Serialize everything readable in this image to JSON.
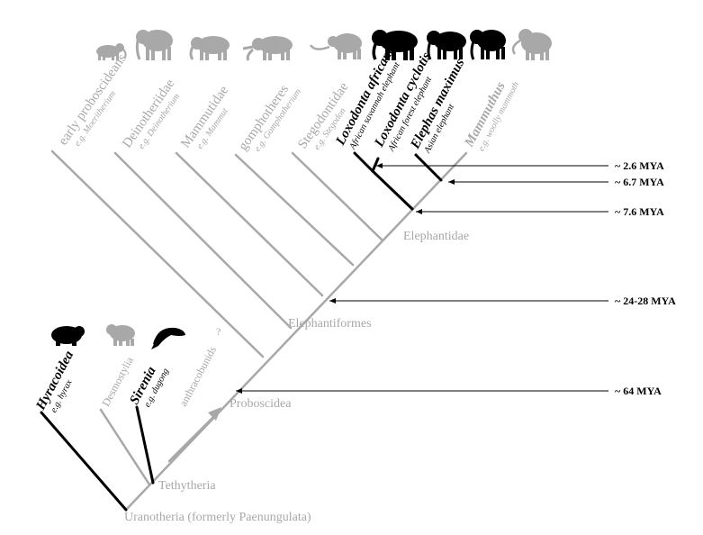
{
  "taxa": {
    "early_proboscideans": {
      "name": "early proboscideans",
      "example": "e.g. Moeritherium"
    },
    "deinotheriidae": {
      "name": "Deinotheriidae",
      "example": "e.g. Deinotherium"
    },
    "mammutidae": {
      "name": "Mammutidae",
      "example": "e.g. Mammut"
    },
    "gomphotheres": {
      "name": "gomphotheres",
      "example": "e.g. Gomphotherium"
    },
    "stegodontidae": {
      "name": "Stegodontidae",
      "example": "e.g. Stegodon"
    },
    "loxodonta_africana": {
      "name": "Loxodonta africana",
      "example": "African savannah elephant"
    },
    "loxodonta_cyclotis": {
      "name": "Loxodonta cyclotis",
      "example": "African forest elephant"
    },
    "elephas_maximus": {
      "name": "Elephas maximus",
      "example": "Asian elephant"
    },
    "mammuthus": {
      "name": "Mammuthus",
      "example": "e.g. woolly mammoth"
    },
    "hyracoidea": {
      "name": "Hyracoidea",
      "example": "e.g. hyrax"
    },
    "desmostylia": {
      "name": "Desmostylia"
    },
    "sirenia": {
      "name": "Sirenia",
      "example": "e.g. dugong"
    },
    "anthracobunids": {
      "name": "anthracobunids",
      "uncertain_mark": "?"
    }
  },
  "nodes": {
    "elephantidae": "Elephantidae",
    "elephantiformes": "Elephantiformes",
    "proboscidea": "Proboscidea",
    "tethytheria": "Tethytheria",
    "uranotheria": "Uranotheria (formerly Paenungulata)"
  },
  "divergence_times": {
    "t1": "~ 2.6 MYA",
    "t2": "~ 6.7 MYA",
    "t3": "~ 7.6 MYA",
    "t4": "~ 24-28 MYA",
    "t5": "~ 64 MYA"
  },
  "silhouettes": [
    {
      "name": "moeritherium-silhouette-icon",
      "color": "#a8a8a8"
    },
    {
      "name": "deinotherium-silhouette-icon",
      "color": "#a8a8a8"
    },
    {
      "name": "mammut-silhouette-icon",
      "color": "#a8a8a8"
    },
    {
      "name": "gomphotherium-silhouette-icon",
      "color": "#a8a8a8"
    },
    {
      "name": "stegodon-silhouette-icon",
      "color": "#a8a8a8"
    },
    {
      "name": "savannah-elephant-silhouette-icon",
      "color": "#000000"
    },
    {
      "name": "forest-elephant-silhouette-icon",
      "color": "#000000"
    },
    {
      "name": "asian-elephant-silhouette-icon",
      "color": "#000000"
    },
    {
      "name": "woolly-mammoth-silhouette-icon",
      "color": "#a8a8a8"
    },
    {
      "name": "hyrax-silhouette-icon",
      "color": "#000000"
    },
    {
      "name": "desmostylian-silhouette-icon",
      "color": "#a8a8a8"
    },
    {
      "name": "dugong-silhouette-icon",
      "color": "#000000"
    }
  ],
  "colors": {
    "extinct": "#a8a8a8",
    "extant": "#000000"
  }
}
